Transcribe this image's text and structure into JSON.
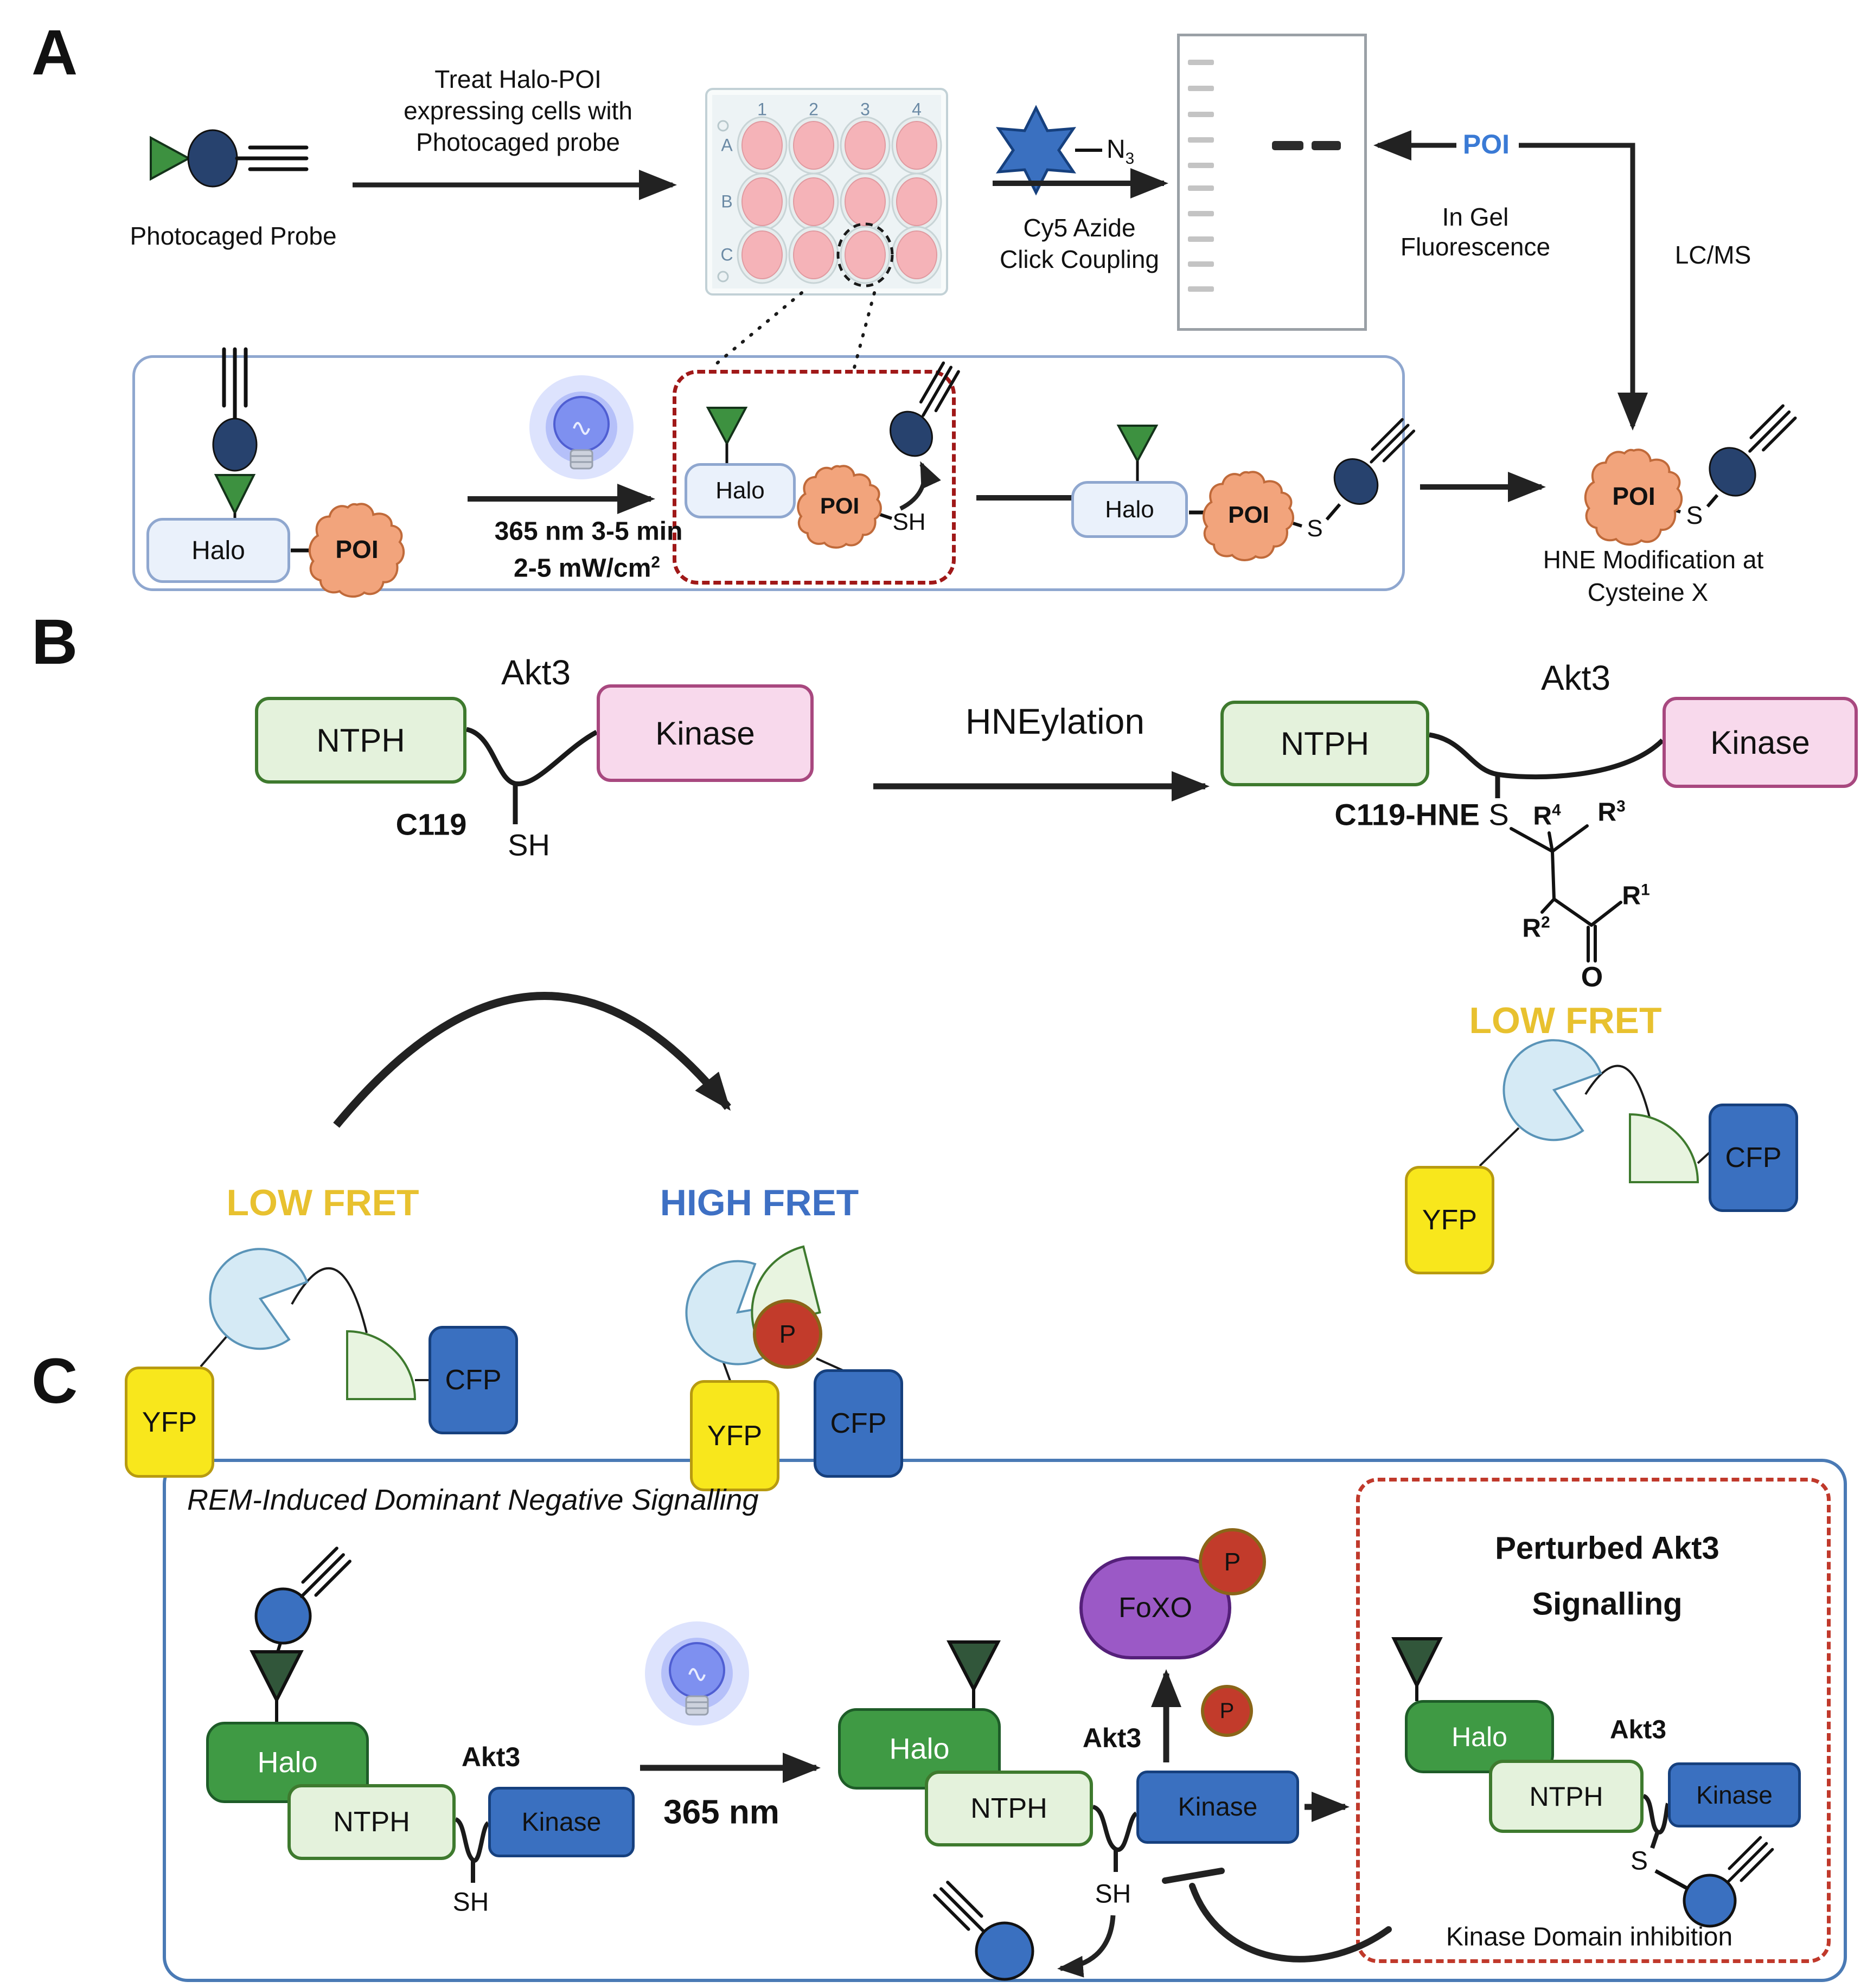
{
  "shared": {
    "halo": "Halo",
    "poi": "POI",
    "ntph": "NTPH",
    "kinase": "Kinase",
    "akt3": "Akt3",
    "sh": "SH",
    "s": "S",
    "yfp": "YFP",
    "cfp": "CFP",
    "p": "P",
    "low_fret": "LOW FRET",
    "high_fret": "HIGH FRET"
  },
  "panelA": {
    "label": "A",
    "photocaged_probe": "Photocaged Probe",
    "treat_text": [
      "Treat Halo-POI",
      "expressing cells with",
      "Photocaged probe"
    ],
    "plate": {
      "columns": [
        "1",
        "2",
        "3",
        "4"
      ],
      "rows": [
        "A",
        "B",
        "C"
      ]
    },
    "azide": {
      "base": "N",
      "sub": "3"
    },
    "cy5": [
      "Cy5 Azide",
      "Click Coupling"
    ],
    "gel_poi_label": "POI",
    "in_gel": [
      "In Gel",
      "Fluorescence"
    ],
    "lcms": "LC/MS",
    "uv": {
      "line1": "365 nm 3-5 min",
      "line2_base": "2-5 mW/cm",
      "line2_sup": "2"
    },
    "hne_modification": [
      "HNE Modification at",
      "Cysteine X"
    ]
  },
  "panelB": {
    "label": "B",
    "c119": "C119",
    "hneylation": "HNEylation",
    "c119_hne": "C119-HNE",
    "r_groups": {
      "r4": {
        "base": "R",
        "sup": "4"
      },
      "r3": {
        "base": "R",
        "sup": "3"
      },
      "r2": {
        "base": "R",
        "sup": "2"
      },
      "r1": {
        "base": "R",
        "sup": "1"
      }
    },
    "oxygen": "O"
  },
  "panelC": {
    "label": "C",
    "title": "REM-Induced Dominant Negative Signalling",
    "nm365": "365 nm",
    "foxo": "FoXO",
    "perturbed": [
      "Perturbed Akt3",
      "Signalling"
    ],
    "kinase_domain_inhibition": "Kinase Domain inhibition"
  },
  "colors": {
    "halo_green": "#3f9a44",
    "halo_light_fill": "#eaf1fb",
    "ntph_fill": "#e4f2dc",
    "ntph_border": "#3e7a2e",
    "kinase_pink_fill": "#f8d9ec",
    "kinase_pink_border": "#a8487f",
    "kinase_blue": "#3a70c0",
    "yfp_yellow": "#f8e71c",
    "cfp_blue": "#3a70c0",
    "poi_orange": "#f2a47c",
    "probe_navy": "#27426e",
    "probe_blue": "#3a70c0",
    "foxo_purple": "#9b59c6",
    "p_red": "#c23b2b",
    "low_fret_gold": "#e8c12f",
    "high_fret_blue": "#3e70c4",
    "gel_poi_blue": "#3a7ad5",
    "panel_a_frame": "#8fa7cf",
    "panel_c_frame": "#4a7ab5",
    "red_dashed_a": "#a01818",
    "red_dashed_c": "#c0392b",
    "well_pink": "#f5b3b8",
    "star_blue": "#3a70c0"
  }
}
